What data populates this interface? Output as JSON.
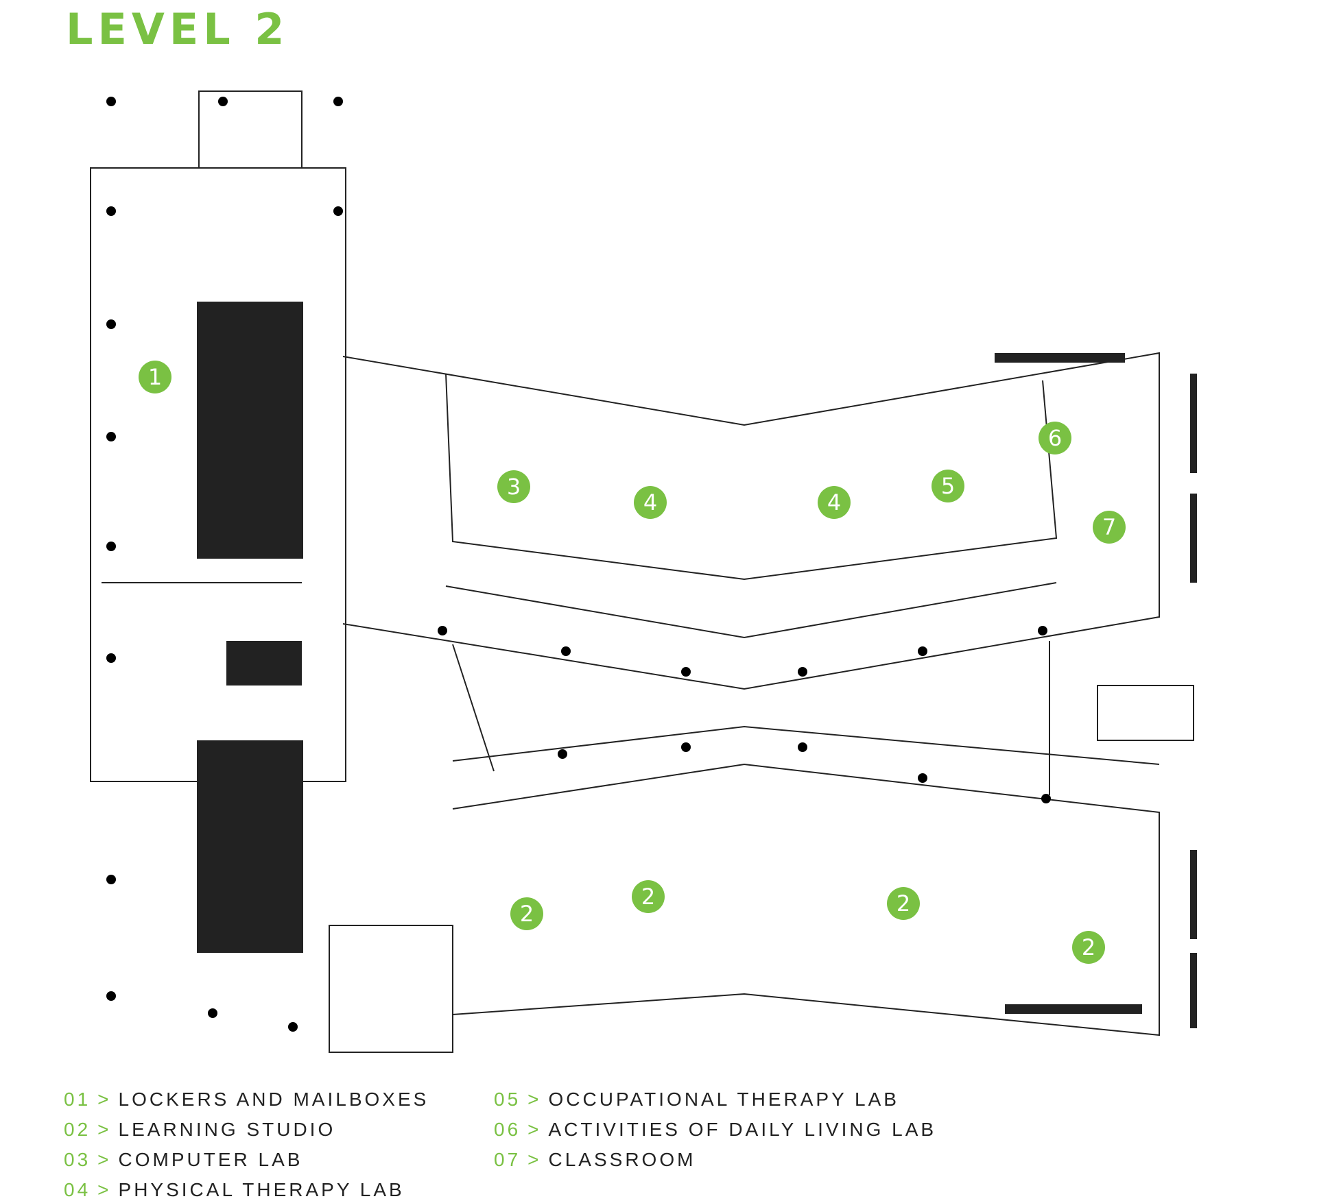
{
  "title": "LEVEL 2",
  "accent_color": "#7ac143",
  "legend": [
    {
      "num": "01",
      "arrow": ">",
      "label": "LOCKERS AND MAILBOXES"
    },
    {
      "num": "02",
      "arrow": ">",
      "label": "LEARNING STUDIO"
    },
    {
      "num": "03",
      "arrow": ">",
      "label": "COMPUTER LAB"
    },
    {
      "num": "04",
      "arrow": ">",
      "label": "PHYSICAL THERAPY LAB"
    },
    {
      "num": "05",
      "arrow": ">",
      "label": "OCCUPATIONAL THERAPY LAB"
    },
    {
      "num": "06",
      "arrow": ">",
      "label": "ACTIVITIES OF DAILY LIVING LAB"
    },
    {
      "num": "07",
      "arrow": ">",
      "label": "CLASSROOM"
    }
  ],
  "markers": [
    "1",
    "2",
    "2",
    "2",
    "2",
    "3",
    "4",
    "4",
    "5",
    "6",
    "7"
  ]
}
